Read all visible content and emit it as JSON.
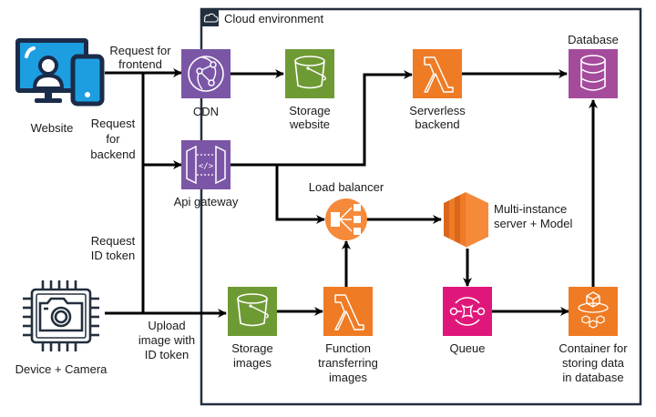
{
  "cloud": {
    "title": "Cloud environment",
    "icon": "cloud-icon"
  },
  "colors": {
    "border": "#232f3e",
    "purple": "#7b56a6",
    "green": "#6e9a34",
    "orange": "#ef7b24",
    "magenta": "#a54b9c",
    "pink": "#e0177a",
    "lb_orange": "#f58a3b",
    "device_blue": "#1d9ee0",
    "device_dark": "#1b2b4a"
  },
  "nodes": {
    "website": {
      "label": "Website",
      "icon": "website-devices-icon"
    },
    "device": {
      "label": "Device + Camera",
      "icon": "camera-chip-icon"
    },
    "cdn": {
      "label": "CDN",
      "icon": "cdn-globe-icon"
    },
    "api_gateway": {
      "label": "Api gateway",
      "icon": "api-gateway-icon"
    },
    "storage_website": {
      "label_1": "Storage",
      "label_2": "website",
      "icon": "bucket-icon"
    },
    "serverless_backend": {
      "label_1": "Serverless",
      "label_2": "backend",
      "icon": "lambda-icon"
    },
    "database": {
      "label": "Database",
      "icon": "database-icon"
    },
    "load_balancer": {
      "label": "Load balancer",
      "icon": "load-balancer-icon"
    },
    "multi_instance": {
      "label_1": "Multi-instance",
      "label_2": "server + Model",
      "icon": "ec2-instances-icon"
    },
    "storage_images": {
      "label_1": "Storage",
      "label_2": "images",
      "icon": "bucket-icon"
    },
    "function_transfer": {
      "label_1": "Function",
      "label_2": "transferring",
      "label_3": "images",
      "icon": "lambda-icon"
    },
    "queue": {
      "label": "Queue",
      "icon": "queue-icon"
    },
    "container": {
      "label_1": "Container for",
      "label_2": "storing data",
      "label_3": "in database",
      "icon": "container-icon"
    }
  },
  "edges": {
    "req_frontend": {
      "label_1": "Request for",
      "label_2": "frontend"
    },
    "req_backend": {
      "label_1": "Request",
      "label_2": "for",
      "label_3": "backend"
    },
    "req_token": {
      "label_1": "Request",
      "label_2": "ID token"
    },
    "upload": {
      "label_1": "Upload",
      "label_2": "image with",
      "label_3": "ID token"
    }
  }
}
